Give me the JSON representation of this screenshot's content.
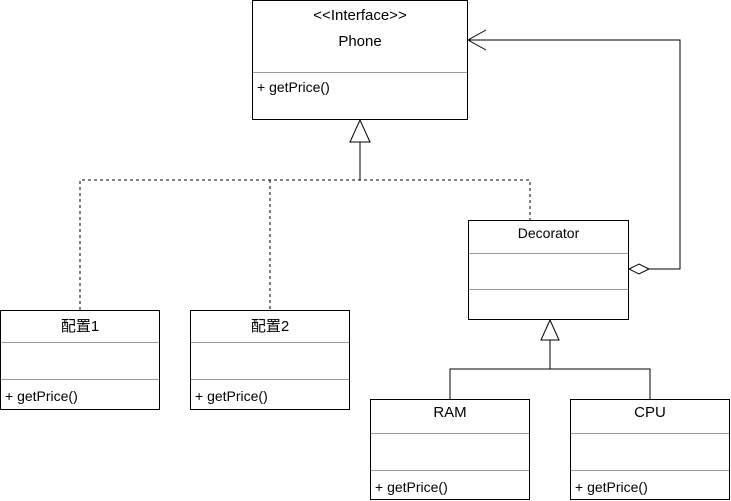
{
  "phone": {
    "stereotype": "<<Interface>>",
    "name": "Phone",
    "method": "+ getPrice()"
  },
  "config1": {
    "name": "配置1",
    "method": "+ getPrice()"
  },
  "config2": {
    "name": "配置2",
    "method": "+ getPrice()"
  },
  "decorator": {
    "name": "Decorator"
  },
  "ram": {
    "name": "RAM",
    "method": "+ getPrice()"
  },
  "cpu": {
    "name": "CPU",
    "method": "+ getPrice()"
  }
}
